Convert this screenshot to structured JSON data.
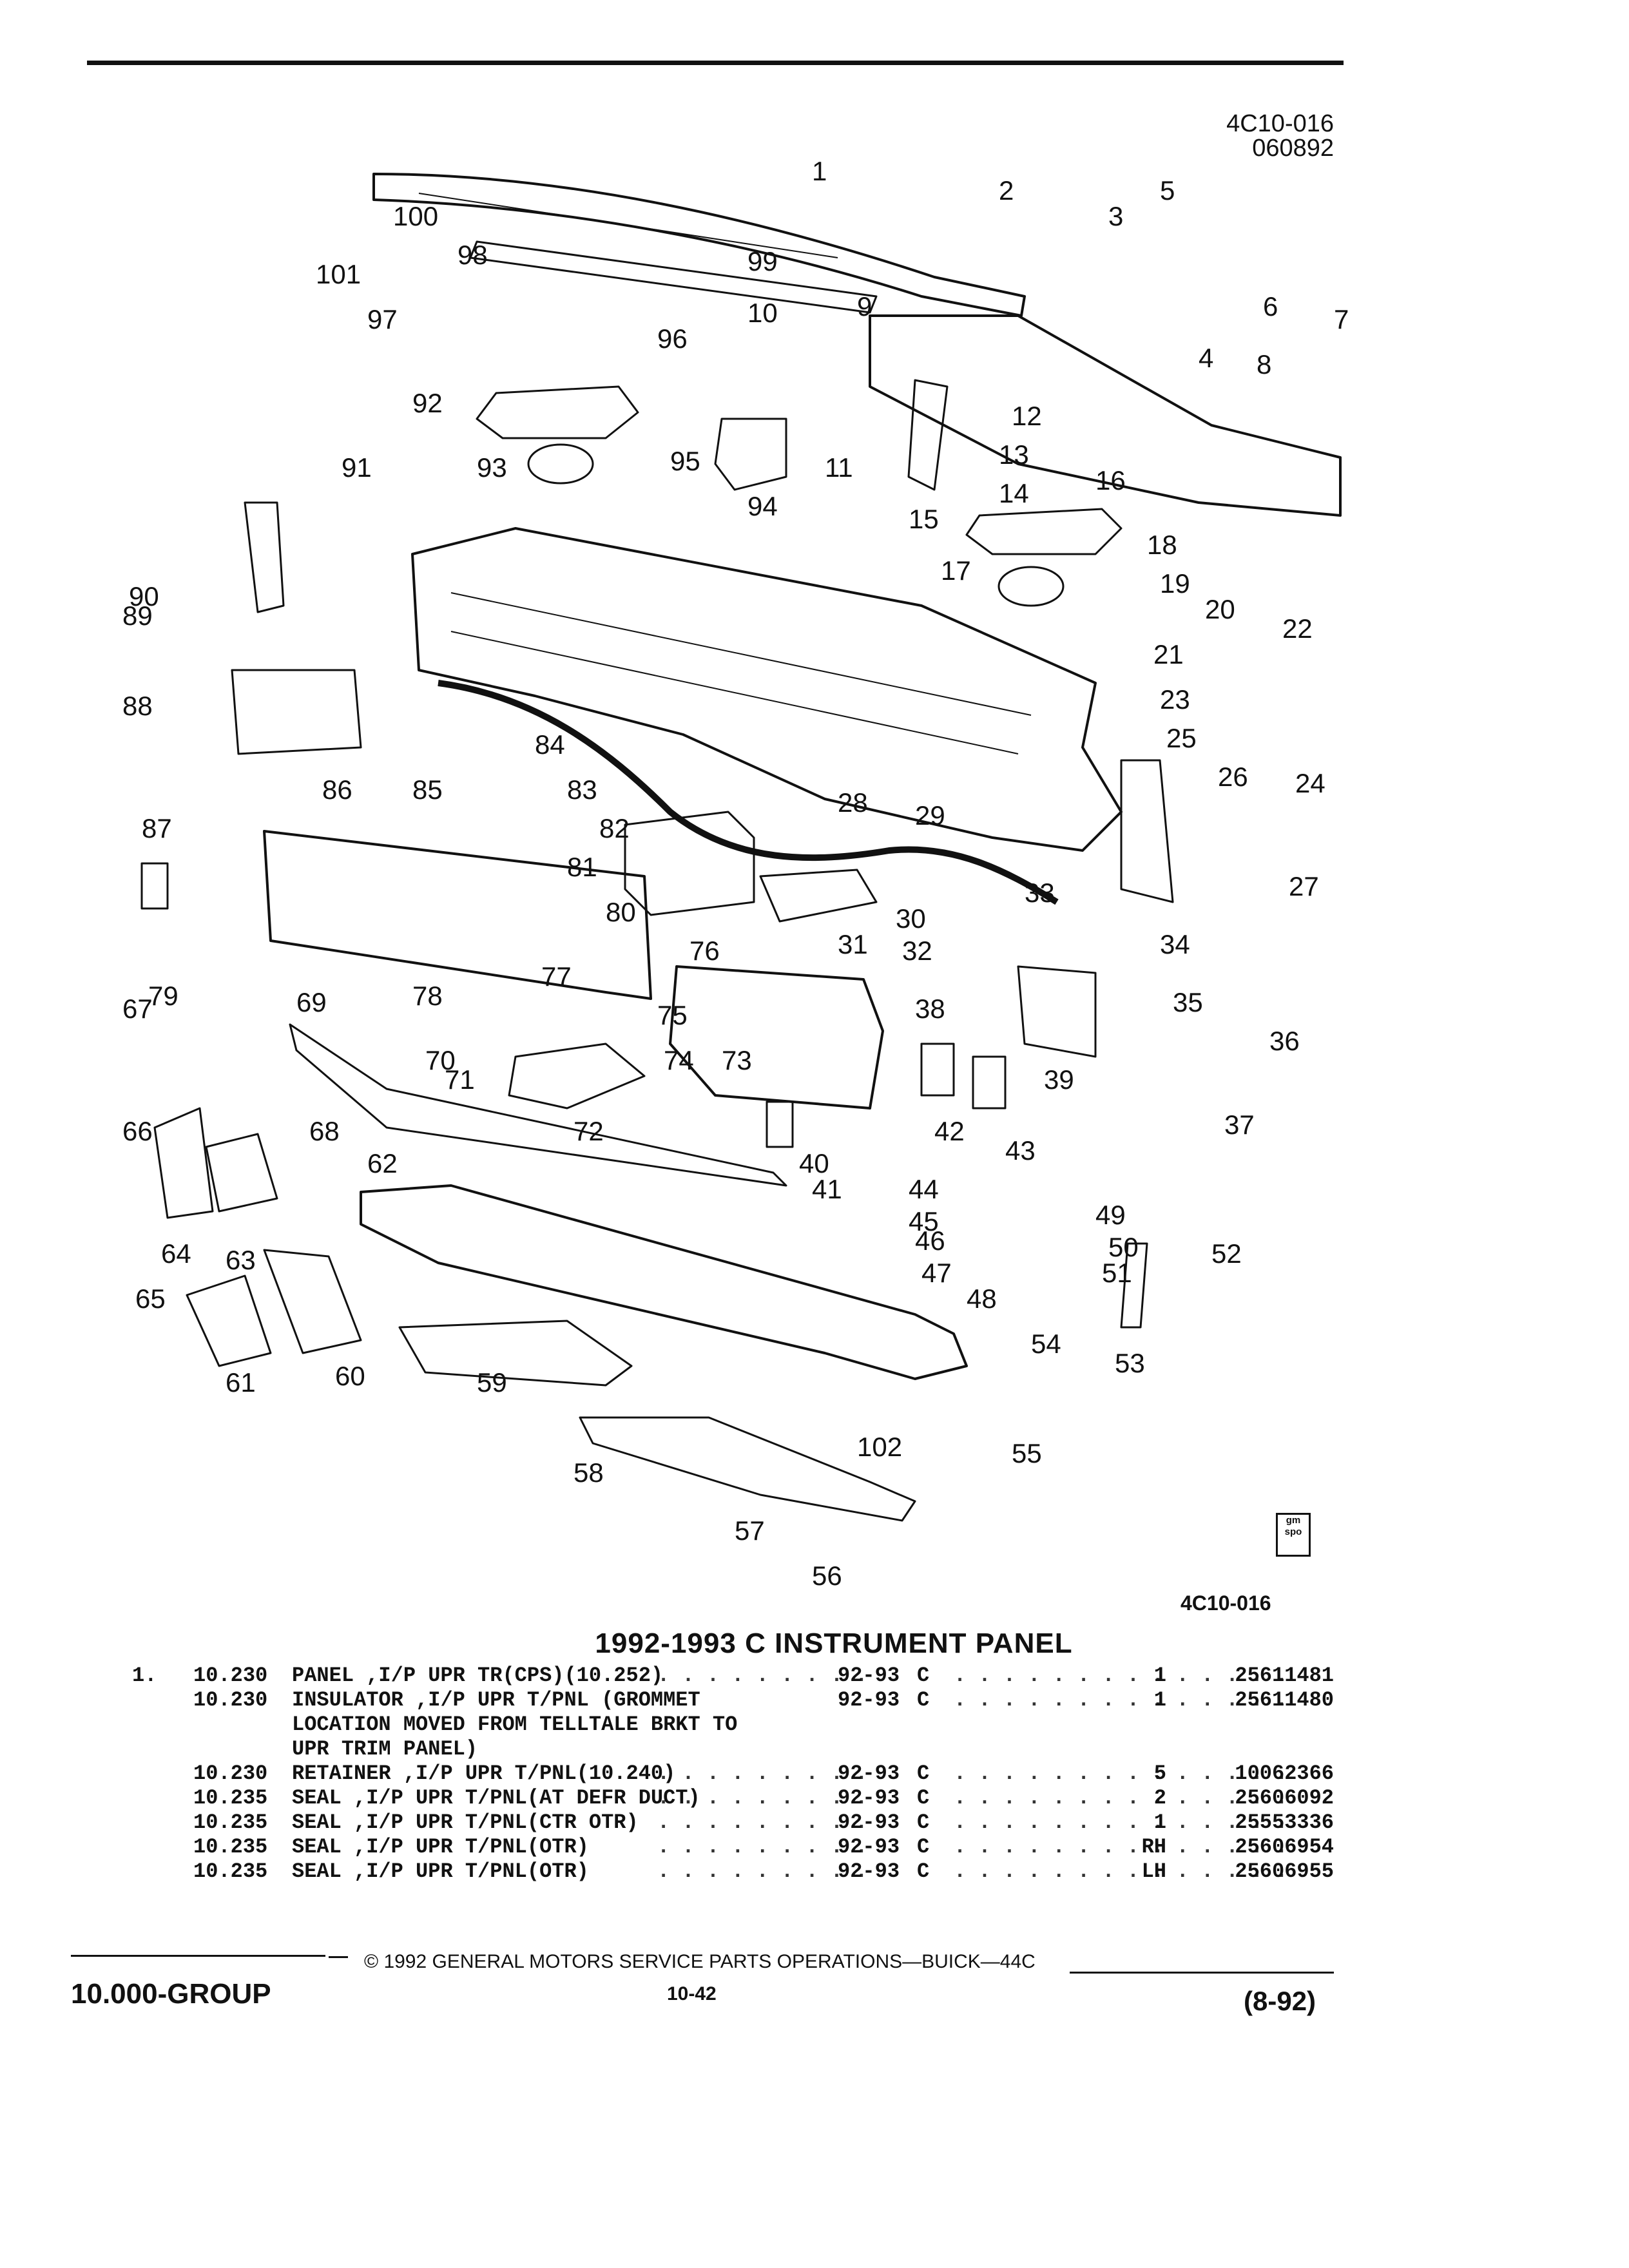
{
  "header": {
    "illustration_id": "4C10-016",
    "illustration_date": "060892"
  },
  "figure": {
    "callouts": [
      "1",
      "2",
      "3",
      "4",
      "5",
      "6",
      "7",
      "8",
      "9",
      "10",
      "11",
      "12",
      "13",
      "14",
      "15",
      "16",
      "17",
      "18",
      "19",
      "20",
      "21",
      "22",
      "23",
      "24",
      "25",
      "26",
      "27",
      "28",
      "29",
      "30",
      "31",
      "32",
      "33",
      "34",
      "35",
      "36",
      "37",
      "38",
      "39",
      "40",
      "41",
      "42",
      "43",
      "44",
      "45",
      "46",
      "47",
      "48",
      "49",
      "50",
      "51",
      "52",
      "53",
      "54",
      "55",
      "56",
      "57",
      "58",
      "59",
      "60",
      "61",
      "62",
      "63",
      "64",
      "65",
      "66",
      "67",
      "68",
      "69",
      "70",
      "71",
      "72",
      "73",
      "74",
      "75",
      "76",
      "77",
      "78",
      "79",
      "80",
      "81",
      "82",
      "83",
      "84",
      "85",
      "86",
      "87",
      "88",
      "89",
      "90",
      "91",
      "92",
      "93",
      "94",
      "95",
      "96",
      "97",
      "98",
      "99",
      "100",
      "101",
      "102"
    ],
    "figure_number": "4C10-016",
    "logo_top": "gm",
    "logo_bottom": "spo"
  },
  "title": "1992-1993 C INSTRUMENT PANEL",
  "parts": [
    {
      "index": "1.",
      "group": "10.230",
      "description": "PANEL ,I/P UPR TR(CPS)(10.252)",
      "years": "92-93",
      "series": "C",
      "qty": "1",
      "part_no": "25611481"
    },
    {
      "index": "",
      "group": "10.230",
      "description": "INSULATOR ,I/P UPR T/PNL (GROMMET",
      "years": "92-93",
      "series": "C",
      "qty": "1",
      "part_no": "25611480",
      "continuation": [
        "LOCATION MOVED FROM TELLTALE BRKT TO",
        "UPR TRIM PANEL)"
      ]
    },
    {
      "index": "",
      "group": "10.230",
      "description": "RETAINER ,I/P UPR T/PNL(10.240)",
      "years": "92-93",
      "series": "C",
      "qty": "5",
      "part_no": "10062366"
    },
    {
      "index": "",
      "group": "10.235",
      "description": "SEAL ,I/P UPR T/PNL(AT DEFR DUCT)",
      "years": "92-93",
      "series": "C",
      "qty": "2",
      "part_no": "25606092"
    },
    {
      "index": "",
      "group": "10.235",
      "description": "SEAL ,I/P UPR T/PNL(CTR OTR)",
      "years": "92-93",
      "series": "C",
      "qty": "1",
      "part_no": "25553336"
    },
    {
      "index": "",
      "group": "10.235",
      "description": "SEAL ,I/P UPR T/PNL(OTR)",
      "years": "92-93",
      "series": "C",
      "qty": "RH",
      "part_no": "25606954"
    },
    {
      "index": "",
      "group": "10.235",
      "description": "SEAL ,I/P UPR T/PNL(OTR)",
      "years": "92-93",
      "series": "C",
      "qty": "LH",
      "part_no": "25606955"
    }
  ],
  "footer": {
    "group": "10.000-GROUP",
    "copyright": "© 1992 GENERAL MOTORS SERVICE PARTS OPERATIONS—BUICK—44C",
    "page": "10-42",
    "date": "(8-92)"
  }
}
